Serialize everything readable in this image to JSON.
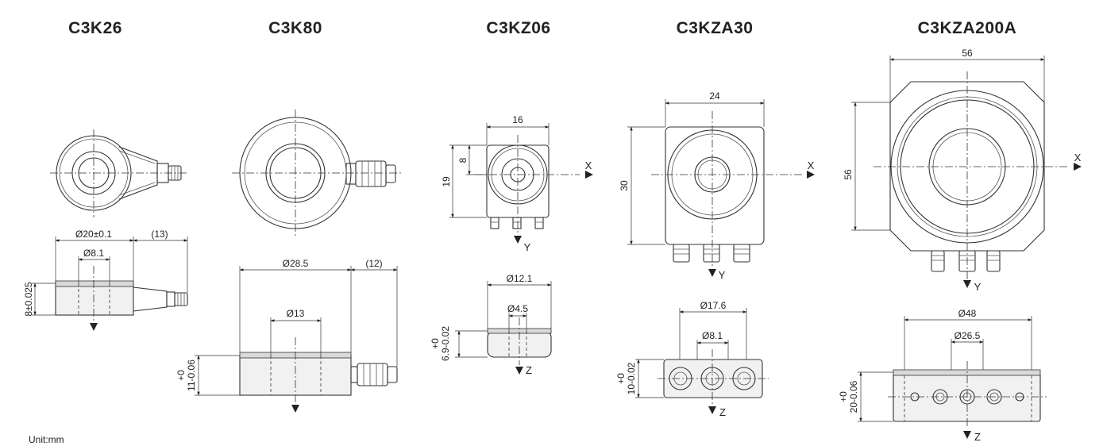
{
  "models": [
    {
      "name": "C3K26",
      "dims": [
        "Ø20±0.1",
        "(13)",
        "Ø8.1",
        "8±0.025"
      ]
    },
    {
      "name": "C3K80",
      "dims": [
        "Ø28.5",
        "(12)",
        "Ø13",
        "+0",
        "11-0.06"
      ]
    },
    {
      "name": "C3KZ06",
      "dims": [
        "16",
        "8",
        "19",
        "Ø12.1",
        "Ø4.5",
        "+0",
        "6.9-0.02"
      ],
      "axes": [
        "X",
        "Y",
        "Z"
      ]
    },
    {
      "name": "C3KZA30",
      "dims": [
        "24",
        "30",
        "Ø17.6",
        "Ø8.1",
        "+0",
        "10-0.02"
      ],
      "axes": [
        "X",
        "Y",
        "Z"
      ]
    },
    {
      "name": "C3KZA200A",
      "dims": [
        "56",
        "56",
        "Ø48",
        "Ø26.5",
        "+0",
        "20-0.06"
      ],
      "axes": [
        "X",
        "Y",
        "Z"
      ]
    }
  ],
  "unit_label": "Unit:mm"
}
